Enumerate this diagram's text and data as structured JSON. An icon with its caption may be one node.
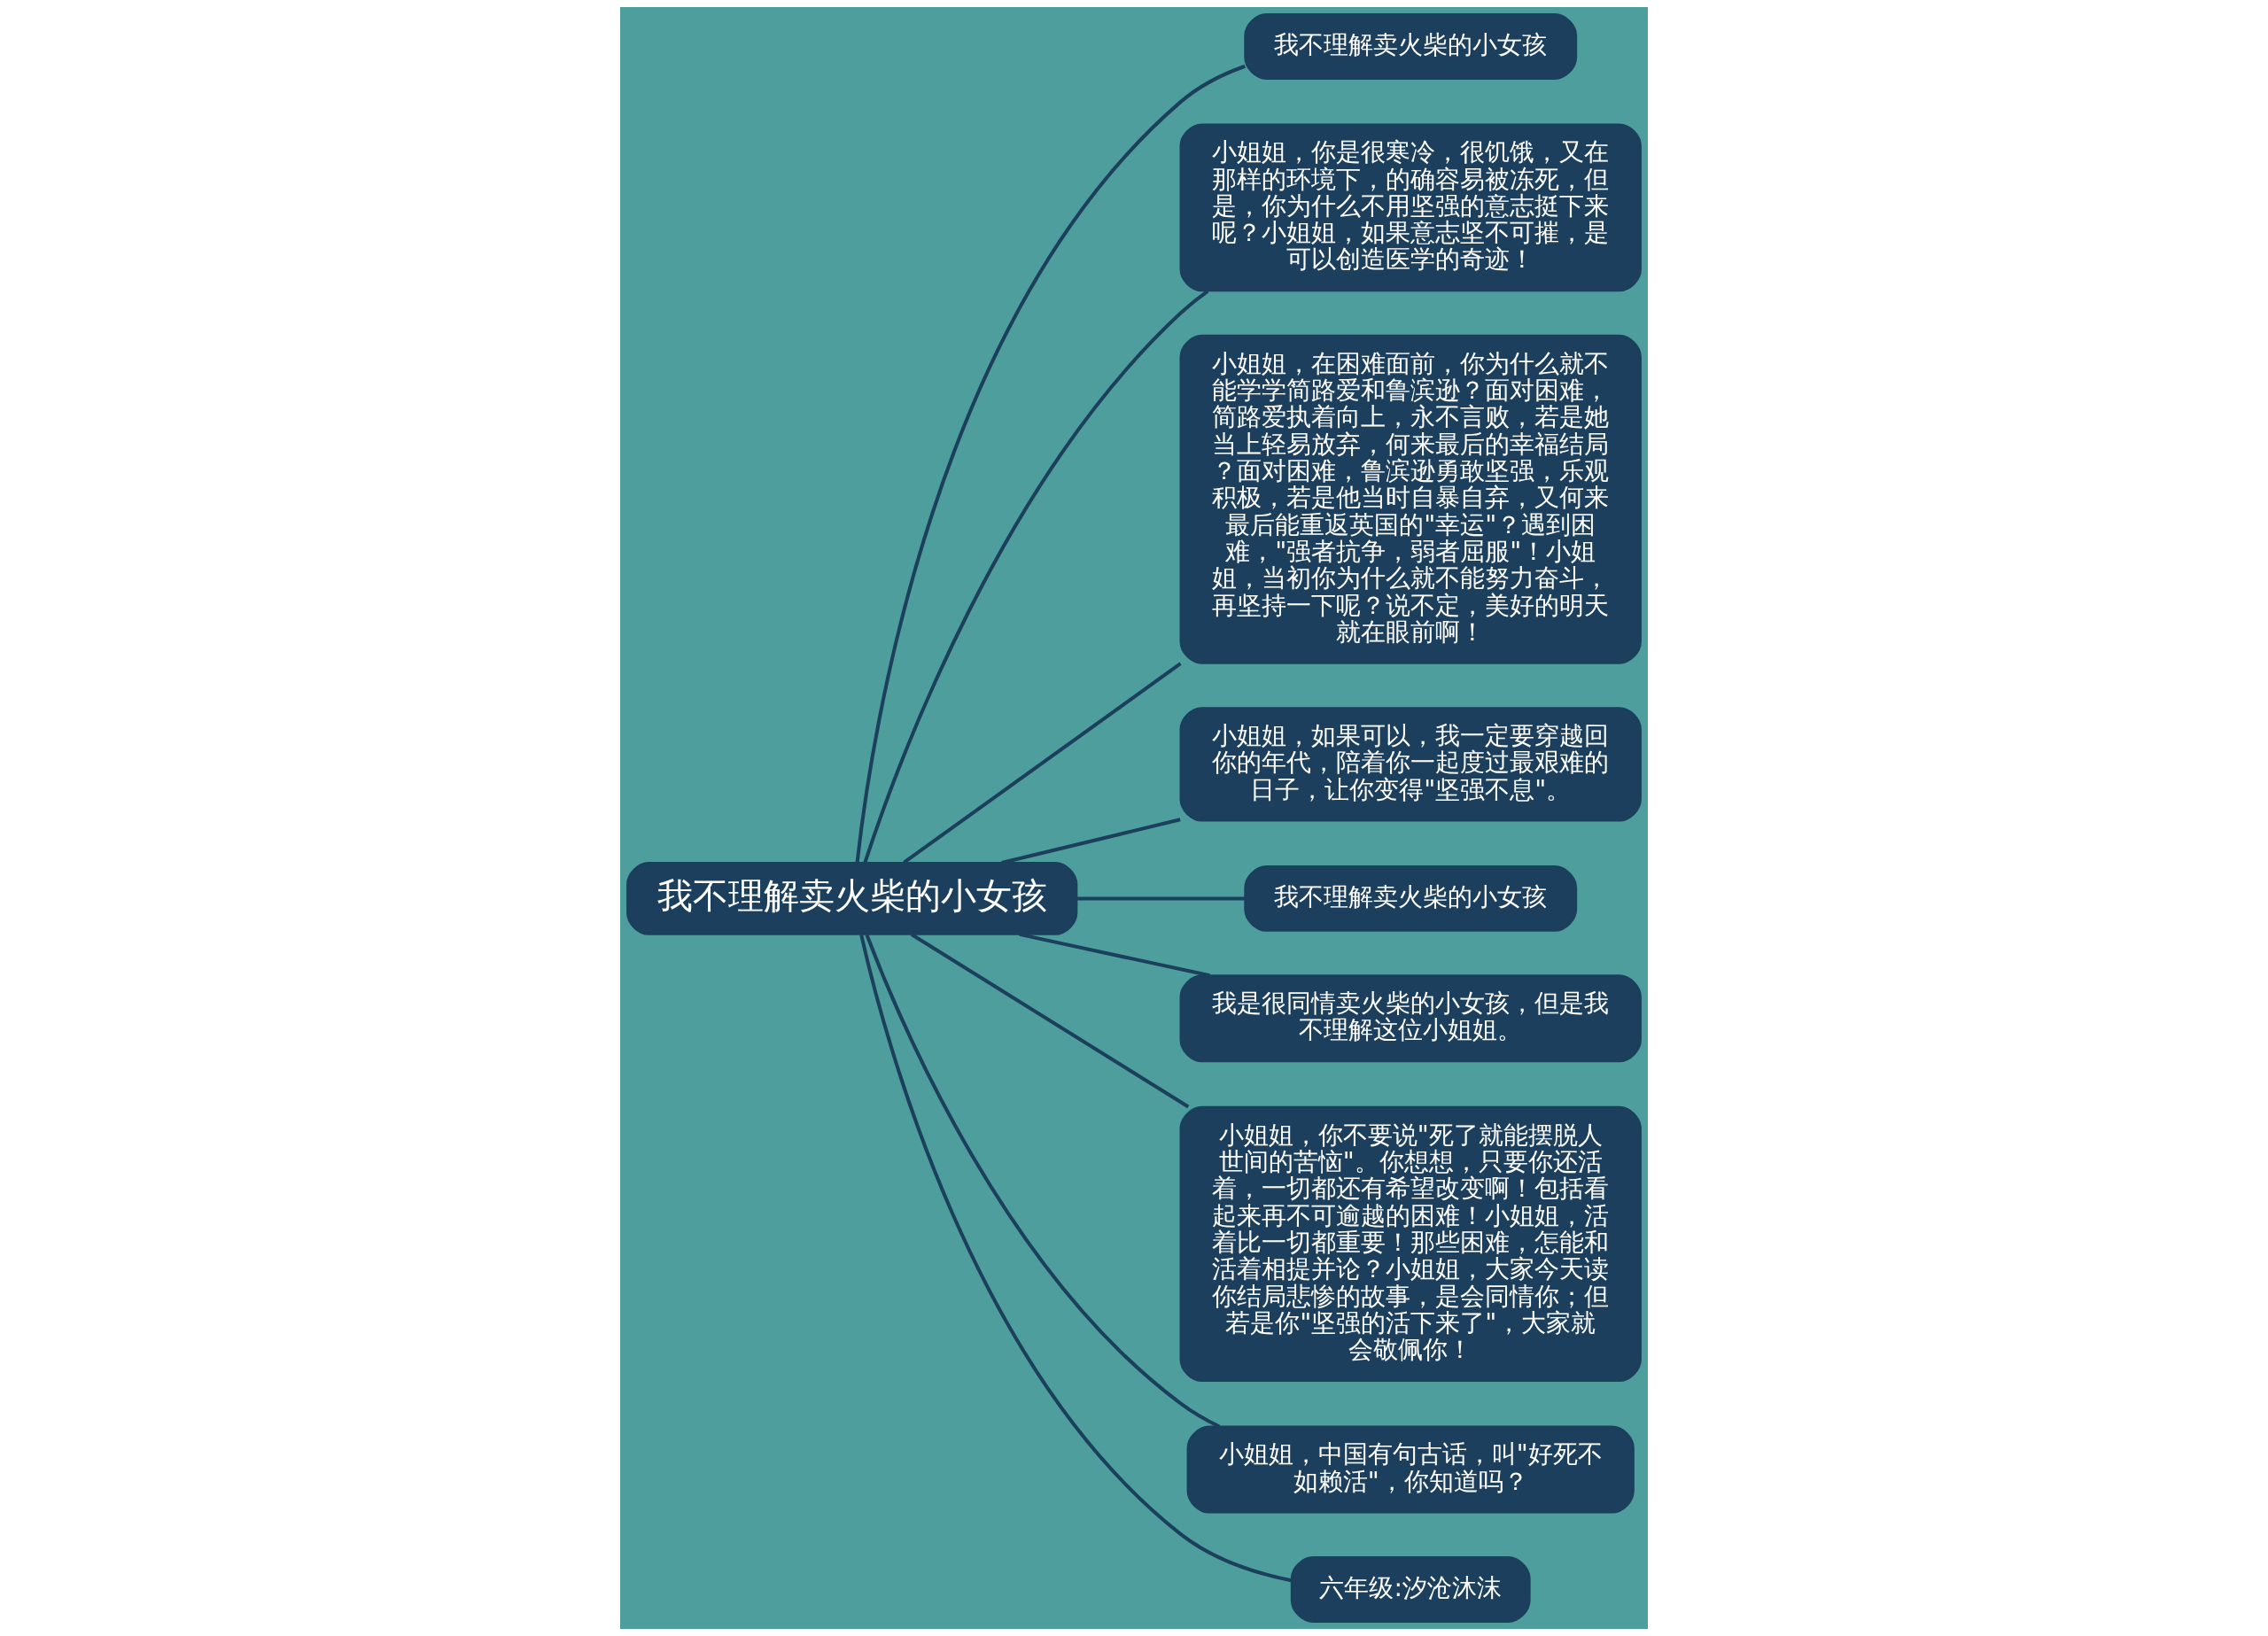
{
  "diagram": {
    "nodes": [
      {
        "text": [
          "我不理解卖火柴的小女孩"
        ]
      },
      {
        "text": [
          "我不理解卖火柴的小女孩"
        ]
      },
      {
        "text": [
          "小姐姐，你是很寒冷，很饥饿，又在那样的环境下，的确容易被冻死，但是，你为什么不用坚强的意志挺下来呢？小姐姐，如果意志坚不可摧，是可以创造医学的奇迹！"
        ]
      },
      {
        "text": [
          "小姐姐，在困难面前，你为什么就不能学学简路爱和鲁滨逊？面对困难，简路爱执着向上，永不言败，若是她当上轻易放弃，何来最后的幸福结局？面对困难，鲁滨逊勇敢坚强，乐观积极，若是他当时自暴自弃，又何来最后能重返英国的\"幸运\"？遇到困难，\"强者抗争，弱者屈服\"！小姐姐，当初你为什么就不能努力奋斗，再坚持一下呢？说不定，美好的明天就在眼前啊！"
        ]
      },
      {
        "text": [
          "小姐姐，如果可以，我一定要穿越回你的年代，陪着你一起度过最艰难的日子，让你变得\"坚强不息\"。"
        ]
      },
      {
        "text": [
          "我不理解卖火柴的小女孩"
        ]
      },
      {
        "text": [
          "我是很同情卖火柴的小女孩，但是我不理解这位小姐姐。"
        ]
      },
      {
        "text": [
          "小姐姐，你不要说\"死了就能摆脱人世间的苦恼\"。你想想，只要你还活着，一切都还有希望改变啊！包括看起来再不可逾越的困难！小姐姐，活着比一切都重要！那些困难，怎能和活着相提并论？小姐姐，大家今天读你结局悲惨的故事，是会同情你；但若是你\"坚强的活下来了\"，大家就会敬佩你！"
        ]
      },
      {
        "text": [
          "小姐姐，中国有句古话，叫\"好死不如赖活\"，你知道吗？"
        ]
      },
      {
        "text": [
          "六年级:汐沧沐沫"
        ]
      }
    ],
    "edges": [
      {
        "from": 0,
        "to": 1,
        "arrow": "none"
      },
      {
        "from": 0,
        "to": 2,
        "arrow": "none"
      },
      {
        "from": 0,
        "to": 3,
        "arrow": "none"
      },
      {
        "from": 0,
        "to": 4,
        "arrow": "none"
      },
      {
        "from": 0,
        "to": 5,
        "arrow": "none"
      },
      {
        "from": 0,
        "to": 6,
        "arrow": "none"
      },
      {
        "from": 0,
        "to": 7,
        "arrow": "none"
      },
      {
        "from": 0,
        "to": 8,
        "arrow": "none"
      },
      {
        "from": 0,
        "to": 9,
        "arrow": "none"
      }
    ]
  }
}
